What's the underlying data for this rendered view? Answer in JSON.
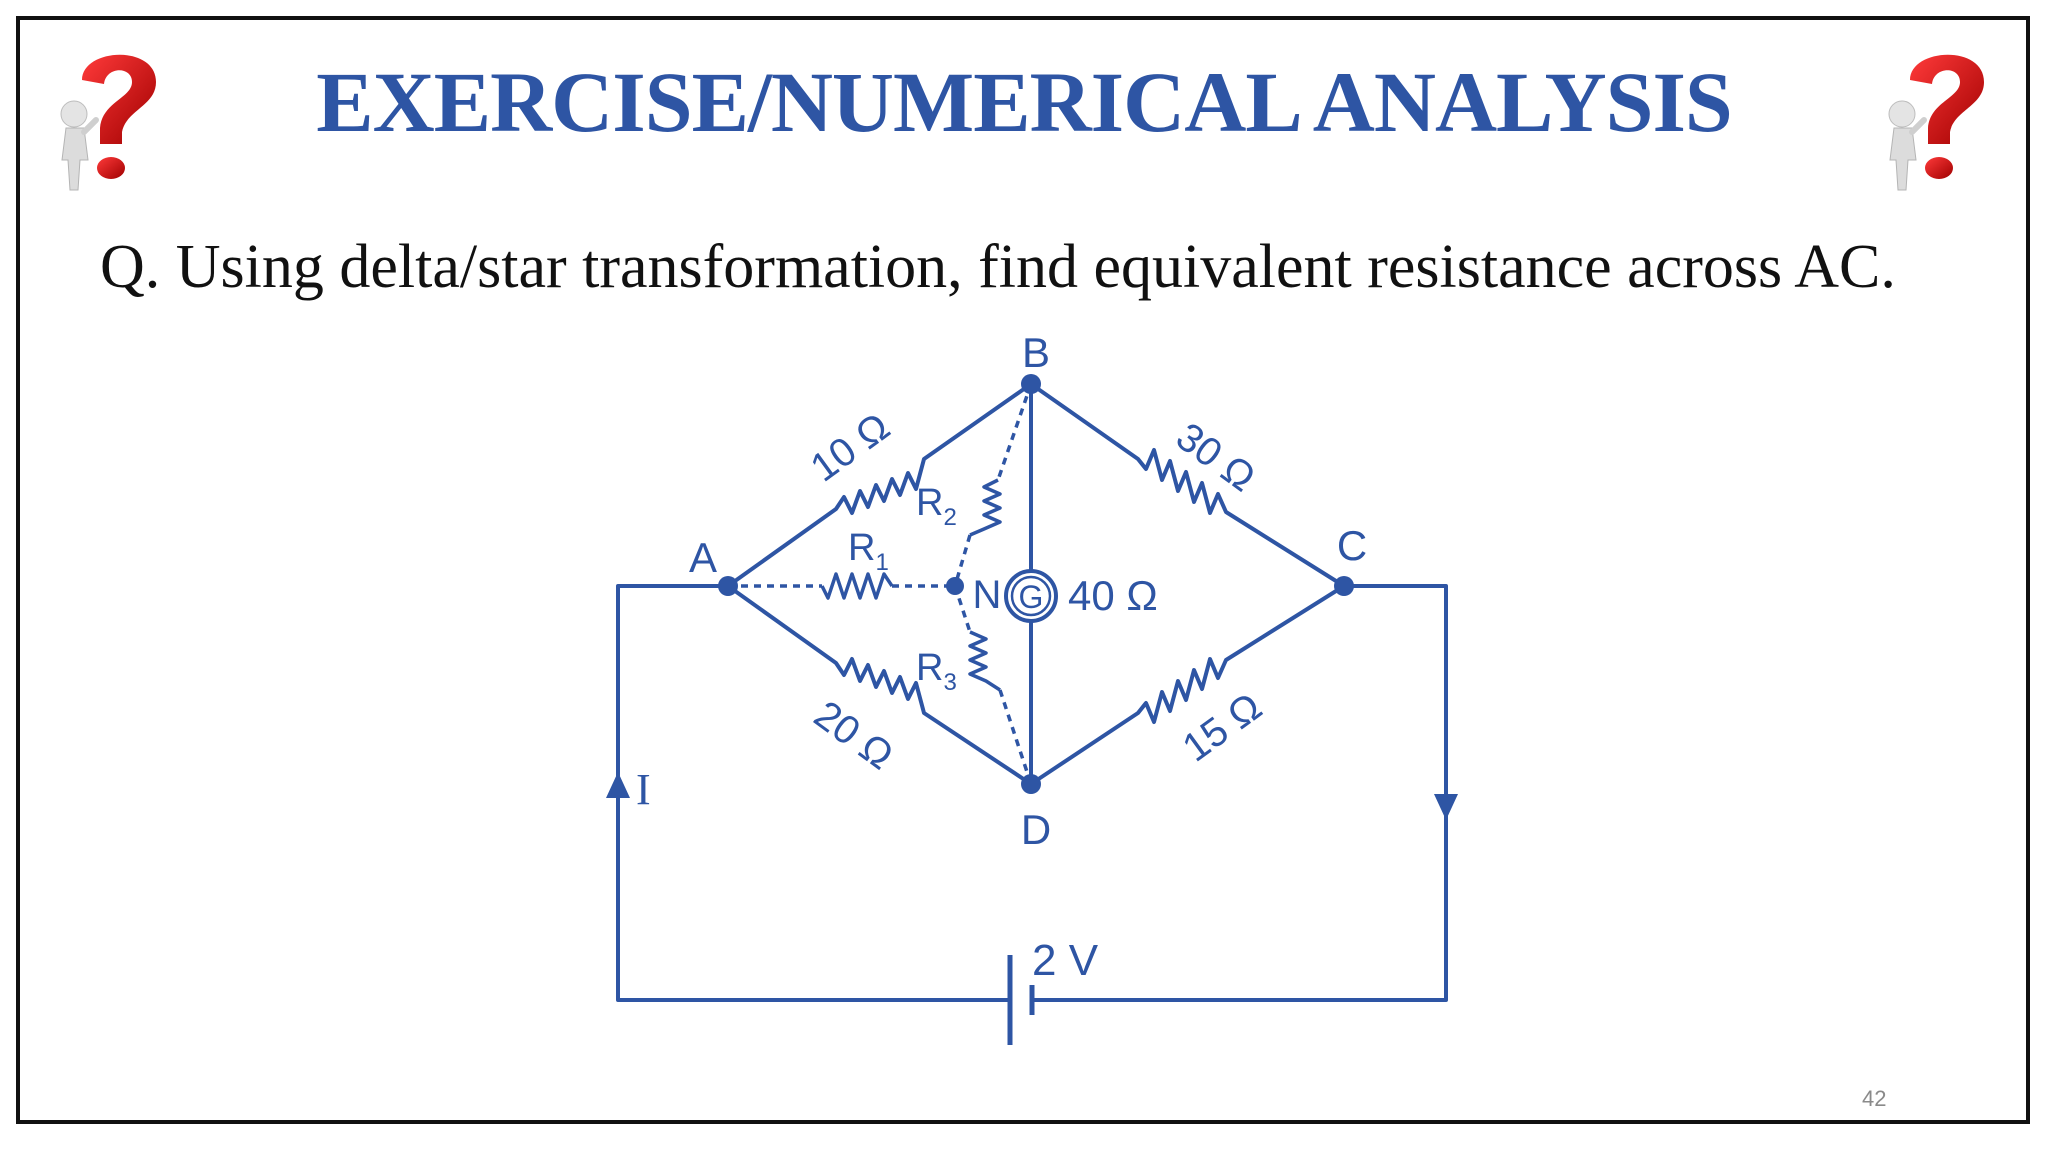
{
  "slide": {
    "title": "EXERCISE/NUMERICAL ANALYSIS",
    "question": "Q. Using delta/star transformation, find equivalent resistance across AC.",
    "page_number": "42",
    "icon_left": "question-mark-figure-icon",
    "icon_right": "question-mark-figure-icon"
  },
  "circuit": {
    "color": "#2e55a4",
    "nodes": {
      "a": "A",
      "b": "B",
      "c": "C",
      "d": "D",
      "n": "N",
      "g": "G"
    },
    "resistors": {
      "ab": "10 Ω",
      "bc": "30 Ω",
      "ad": "20 Ω",
      "dc": "15 Ω",
      "bd": "40 Ω"
    },
    "star_resistors": {
      "r1_main": "R",
      "r1_sub": "1",
      "r2_main": "R",
      "r2_sub": "2",
      "r3_main": "R",
      "r3_sub": "3"
    },
    "current_label": "I",
    "battery_label": "2 V"
  }
}
